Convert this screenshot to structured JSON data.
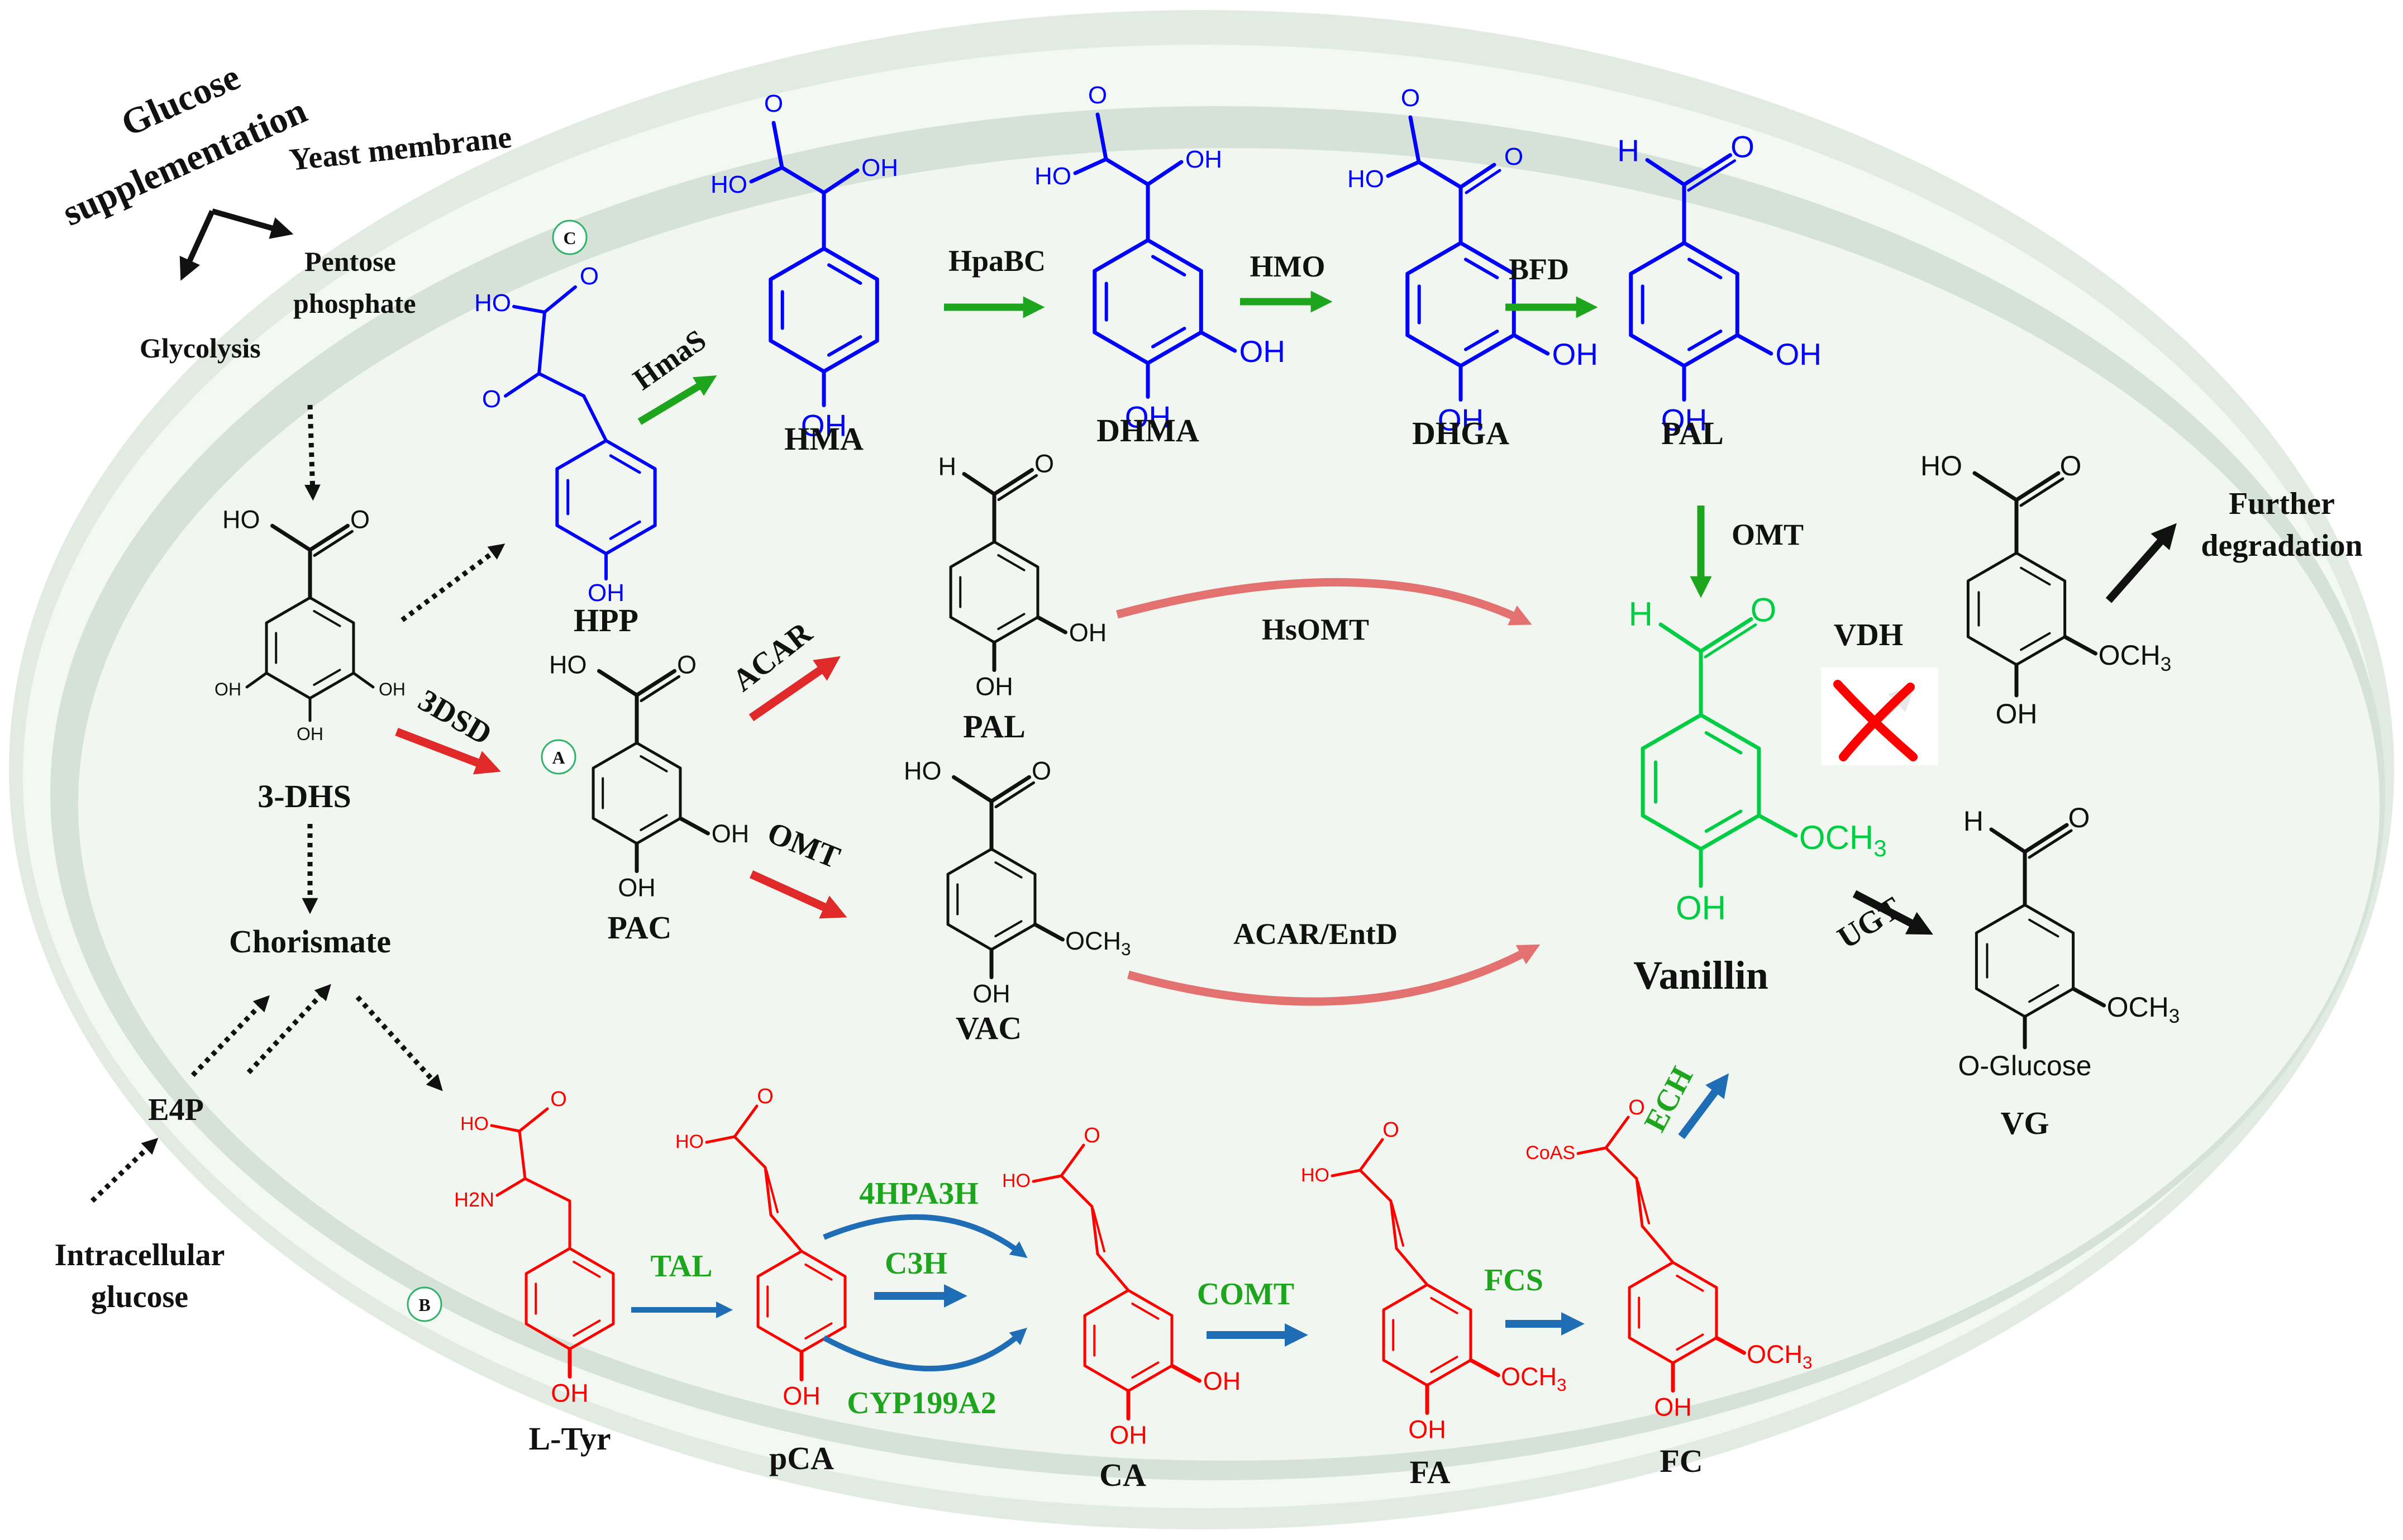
{
  "colors": {
    "membrane": "#dbe6dc",
    "cell_interior": "#f1f8f1",
    "blue_pathway": "#0000ff",
    "red_pathway": "#ff0000",
    "green_product": "#00cc44",
    "green_arrow": "#1ea51e",
    "red_arrow": "#e02a2a",
    "blue_arrow": "#1f6eb5",
    "black_arrow": "#111111",
    "enzyme_green_text": "#1ea51e"
  },
  "membrane": {
    "glucose_supplementation_line1": "Glucose",
    "glucose_supplementation_line2": "supplementation",
    "yeast_membrane": "Yeast membrane"
  },
  "upstream": {
    "pentose_line1": "Pentose",
    "pentose_line2": "phosphate",
    "glycolysis": "Glycolysis",
    "dhs": "3-DHS",
    "chorismate": "Chorismate",
    "e4p": "E4P",
    "intracellular_line1": "Intracellular",
    "intracellular_line2": "glucose"
  },
  "route_markers": {
    "a": "A",
    "b": "B",
    "c": "C"
  },
  "route_c": {
    "hpp": "HPP",
    "hmas": "HmaS",
    "hma": "HMA",
    "hpabc": "HpaBC",
    "dhma": "DHMA",
    "hmo": "HMO",
    "dhga": "DHGA",
    "bfd": "BFD",
    "pal": "PAL",
    "omt": "OMT"
  },
  "route_a": {
    "dsd": "3DSD",
    "pac": "PAC",
    "acar": "ACAR",
    "pal": "PAL",
    "hsomt": "HsOMT",
    "omt": "OMT",
    "vac": "VAC",
    "acar_entd": "ACAR/EntD"
  },
  "route_b": {
    "ltyr": "L-Tyr",
    "tal": "TAL",
    "pca": "pCA",
    "hpa3h": "4HPA3H",
    "c3h": "C3H",
    "cyp": "CYP199A2",
    "ca": "CA",
    "comt": "COMT",
    "fa": "FA",
    "fcs": "FCS",
    "fc": "FC",
    "ech": "ECH"
  },
  "product": {
    "vanillin": "Vanillin",
    "vdh": "VDH",
    "further_line1": "Further",
    "further_line2": "degradation",
    "ugt": "UGT",
    "vg": "VG"
  },
  "atoms": {
    "oh": "OH",
    "ho": "HO",
    "o": "O",
    "h": "H",
    "och3": "OCH3",
    "och3_sub": "3",
    "och_base": "OCH",
    "h2n": "H2N",
    "coas": "CoAS",
    "oglucose": "O-Glucose"
  }
}
